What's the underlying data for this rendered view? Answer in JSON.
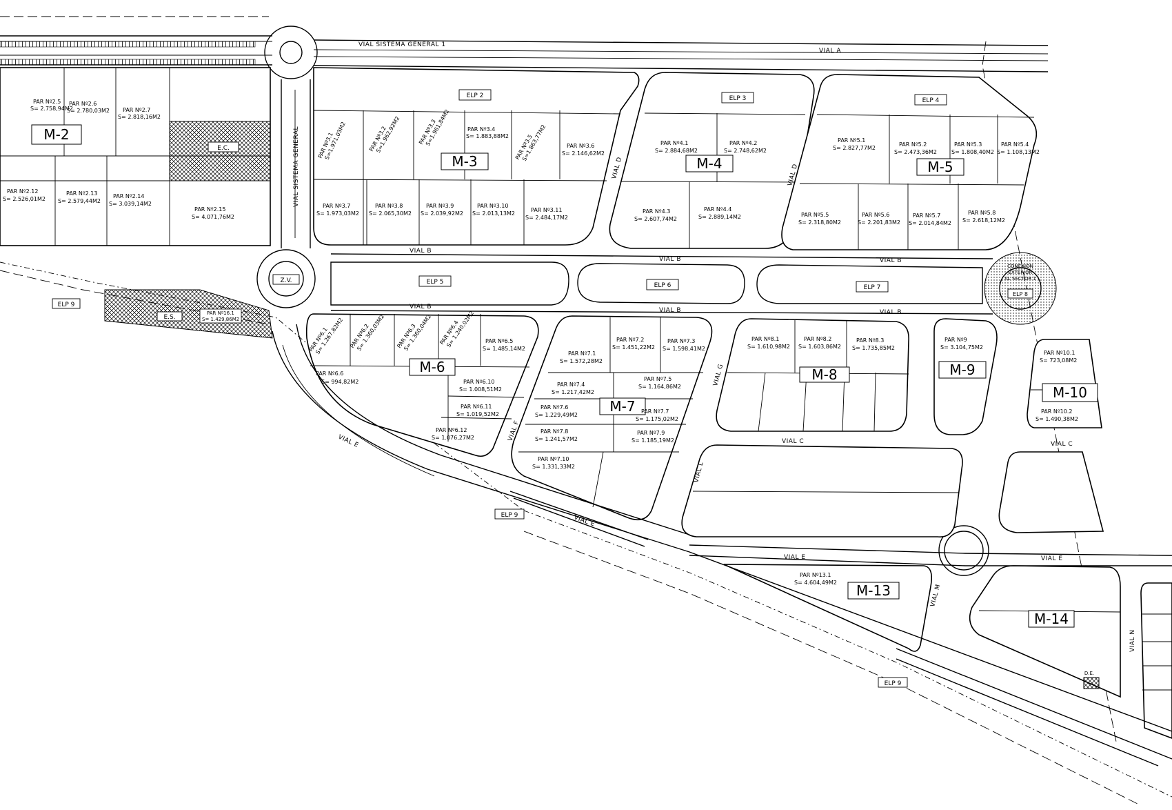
{
  "roads": {
    "vial_sistema_general_1": "VIAL SISTEMA GENERAL 1",
    "vial_sistema_general_vertical": "VIAL SISTEMA GENERAL",
    "vial_a": "VIAL A",
    "vial_b": "VIAL B",
    "vial_c": "VIAL C",
    "vial_d": "VIAL D",
    "vial_e": "VIAL E",
    "vial_f": "VIAL F",
    "vial_g": "VIAL G",
    "vial_l": "VIAL L",
    "vial_m": "VIAL M",
    "vial_n": "VIAL N"
  },
  "manzanas": [
    "M-2",
    "M-3",
    "M-4",
    "M-5",
    "M-6",
    "M-7",
    "M-8",
    "M-9",
    "M-10",
    "M-13",
    "M-14"
  ],
  "zones": {
    "elp": [
      "ELP 2",
      "ELP 3",
      "ELP 4",
      "ELP 5",
      "ELP 6",
      "ELP 7",
      "ELP 8",
      "ELP 9"
    ],
    "zv": "Z.V.",
    "ec": "E.C.",
    "es": "E.S.",
    "de": "D.E.",
    "connection": [
      "CONEXION",
      "EXTERIOR",
      "AL SECTOR 1"
    ]
  },
  "parcels": [
    {
      "id": "PAR Nº2.5",
      "area": "S= 2.758,94M2"
    },
    {
      "id": "PAR Nº2.6",
      "area": "S= 2.780,03M2"
    },
    {
      "id": "PAR Nº2.7",
      "area": "S= 2.818,16M2"
    },
    {
      "id": "PAR Nº2.12",
      "area": "S= 2.526,01M2"
    },
    {
      "id": "PAR Nº2.13",
      "area": "S= 2.579,44M2"
    },
    {
      "id": "PAR Nº2.14",
      "area": "S= 3.039,14M2"
    },
    {
      "id": "PAR Nº2.15",
      "area": "S= 4.071,76M2"
    },
    {
      "id": "PAR Nº3.1",
      "area": "S=1.971,03M2"
    },
    {
      "id": "PAR Nº3.2",
      "area": "S=1.962,92M2"
    },
    {
      "id": "PAR Nº3.3",
      "area": "S=1.961,84M2"
    },
    {
      "id": "PAR Nº3.4",
      "area": "S= 1.883,88M2"
    },
    {
      "id": "PAR Nº3.5",
      "area": "S=1.863,77M2"
    },
    {
      "id": "PAR Nº3.6",
      "area": "S= 2.146,62M2"
    },
    {
      "id": "PAR Nº3.7",
      "area": "S= 1.973,03M2"
    },
    {
      "id": "PAR Nº3.8",
      "area": "S= 2.065,30M2"
    },
    {
      "id": "PAR Nº3.9",
      "area": "S= 2.039,92M2"
    },
    {
      "id": "PAR Nº3.10",
      "area": "S= 2.013,13M2"
    },
    {
      "id": "PAR Nº3.11",
      "area": "S= 2.484,17M2"
    },
    {
      "id": "PAR Nº4.1",
      "area": "S= 2.884,68M2"
    },
    {
      "id": "PAR Nº4.2",
      "area": "S= 2.748,62M2"
    },
    {
      "id": "PAR Nº4.3",
      "area": "S= 2.607,74M2"
    },
    {
      "id": "PAR Nº4.4",
      "area": "S= 2.889,14M2"
    },
    {
      "id": "PAR Nº5.1",
      "area": "S= 2.827,77M2"
    },
    {
      "id": "PAR Nº5.2",
      "area": "S= 2.473,36M2"
    },
    {
      "id": "PAR Nº5.3",
      "area": "S= 1.808,40M2"
    },
    {
      "id": "PAR Nº5.4",
      "area": "S= 1.108,13M2"
    },
    {
      "id": "PAR Nº5.5",
      "area": "S= 2.318,80M2"
    },
    {
      "id": "PAR Nº5.6",
      "area": "S= 2.201,83M2"
    },
    {
      "id": "PAR Nº5.7",
      "area": "S= 2.014,84M2"
    },
    {
      "id": "PAR Nº5.8",
      "area": "S= 2.618,12M2"
    },
    {
      "id": "PAR Nº6.1",
      "area": "S= 1.267,82M2"
    },
    {
      "id": "PAR Nº6.2",
      "area": "S= 1.360,03M2"
    },
    {
      "id": "PAR Nº6.3",
      "area": "S= 1.360,04M2"
    },
    {
      "id": "PAR Nº6.4",
      "area": "S= 1.240,02M2"
    },
    {
      "id": "PAR Nº6.5",
      "area": "S= 1.485,14M2"
    },
    {
      "id": "PAR Nº6.6",
      "area": "S= 994,82M2"
    },
    {
      "id": "PAR Nº6.10",
      "area": "S= 1.008,51M2"
    },
    {
      "id": "PAR Nº6.11",
      "area": "S= 1.019,52M2"
    },
    {
      "id": "PAR Nº6.12",
      "area": "S= 1.076,27M2"
    },
    {
      "id": "PAR Nº7.1",
      "area": "S= 1.572,28M2"
    },
    {
      "id": "PAR Nº7.2",
      "area": "S= 1.451,22M2"
    },
    {
      "id": "PAR Nº7.3",
      "area": "S= 1.598,41M2"
    },
    {
      "id": "PAR Nº7.4",
      "area": "S= 1.217,42M2"
    },
    {
      "id": "PAR Nº7.5",
      "area": "S= 1.164,86M2"
    },
    {
      "id": "PAR Nº7.6",
      "area": "S= 1.229,49M2"
    },
    {
      "id": "PAR Nº7.7",
      "area": "S= 1.175,02M2"
    },
    {
      "id": "PAR Nº7.8",
      "area": "S= 1.241,57M2"
    },
    {
      "id": "PAR Nº7.9",
      "area": "S= 1.185,19M2"
    },
    {
      "id": "PAR Nº7.10",
      "area": "S= 1.331,33M2"
    },
    {
      "id": "PAR Nº8.1",
      "area": "S= 1.610,98M2"
    },
    {
      "id": "PAR Nº8.2",
      "area": "S= 1.603,86M2"
    },
    {
      "id": "PAR Nº8.3",
      "area": "S= 1.735,85M2"
    },
    {
      "id": "PAR Nº9",
      "area": "S= 3.104,75M2"
    },
    {
      "id": "PAR Nº10.1",
      "area": "S= 723,08M2"
    },
    {
      "id": "PAR Nº10.2",
      "area": "S= 1.490,38M2"
    },
    {
      "id": "PAR Nº13.1",
      "area": "S= 4.604,49M2"
    },
    {
      "id": "PAR Nº16.1",
      "area": "S= 1.429,86M2"
    }
  ]
}
